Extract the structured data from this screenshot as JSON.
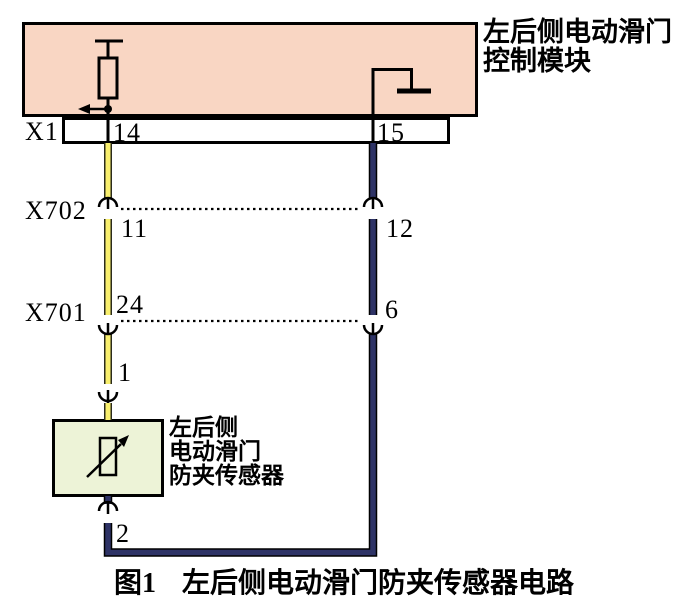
{
  "module": {
    "name_line1": "左后侧电动滑门",
    "name_line2": "控制模块"
  },
  "x1": {
    "label": "X1",
    "pin14": "14",
    "pin15": "15"
  },
  "x702": {
    "label": "X702",
    "pin11": "11",
    "pin12": "12"
  },
  "x701": {
    "label": "X701",
    "pin24": "24",
    "pin6": "6"
  },
  "sensor": {
    "pin1": "1",
    "pin2": "2",
    "name_line1": "左后侧",
    "name_line2": "电动滑门",
    "name_line3": "防夹传感器"
  },
  "figure": {
    "caption_figure": "图1",
    "caption_title": "左后侧电动滑门防夹传感器电路"
  },
  "colors": {
    "module_fill": "#f9d6c3",
    "sensor_fill": "#edf3d7",
    "wire_yellow": "#f8ef6d",
    "wire_navy": "#2e3366",
    "diagram_line": "#000000"
  }
}
